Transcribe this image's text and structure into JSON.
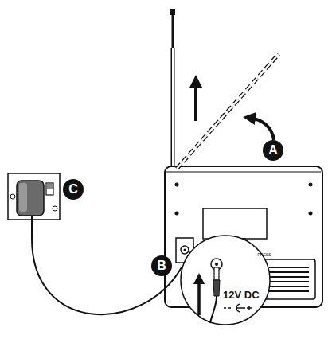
{
  "diagram": {
    "nodes": [
      {
        "text": [
          "A"
        ]
      },
      {
        "text": [
          "B"
        ]
      },
      {
        "text": [
          "C"
        ]
      }
    ],
    "labels": [
      "12V DC",
      "PRESS"
    ]
  }
}
